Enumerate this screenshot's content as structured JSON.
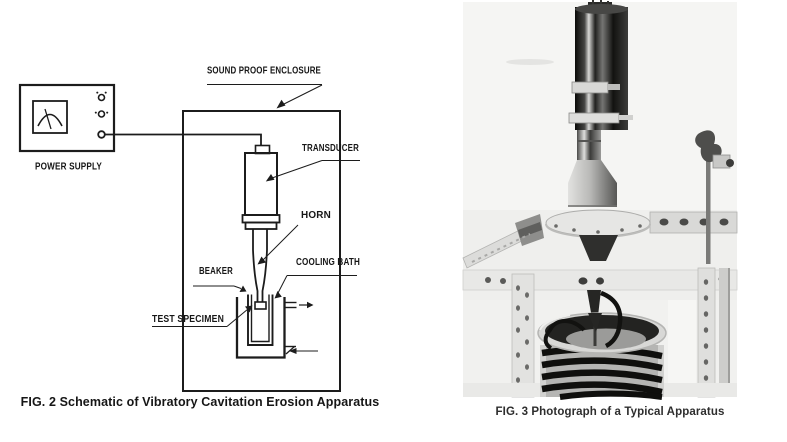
{
  "figure2": {
    "caption": "FIG. 2 Schematic of Vibratory Cavitation Erosion Apparatus",
    "labels": {
      "power_supply": "POWER SUPPLY",
      "enclosure": "SOUND PROOF ENCLOSURE",
      "transducer": "TRANSDUCER",
      "horn": "HORN",
      "beaker": "BEAKER",
      "cooling_bath": "COOLING BATH",
      "test_specimen": "TEST SPECIMEN"
    }
  },
  "figure3": {
    "caption": "FIG. 3 Photograph of a Typical Apparatus"
  },
  "colors": {
    "ink": "#1c1c1c",
    "caption_text": "#161616",
    "photo_background": "#f3f3f1"
  }
}
